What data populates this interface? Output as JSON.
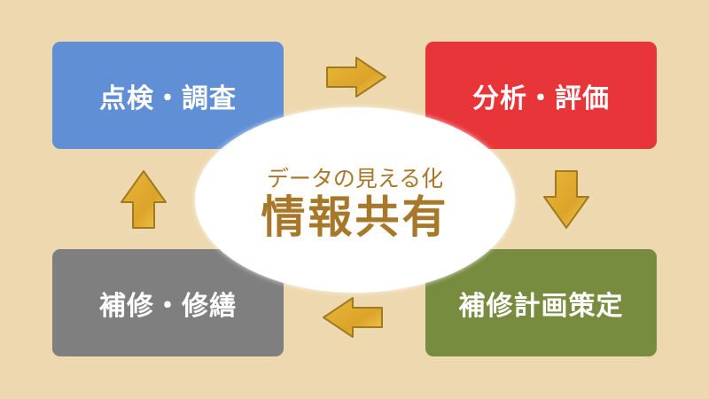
{
  "diagram": {
    "background_color": "#eed8b0",
    "center": {
      "subtitle": "データの見える化",
      "title": "情報共有",
      "text_color": "#a8782a",
      "fill": "#ffffff"
    },
    "steps": [
      {
        "id": "inspection",
        "label": "点検・調査",
        "color": "#618fd5",
        "position": "top-left"
      },
      {
        "id": "analysis",
        "label": "分析・評価",
        "color": "#e8353a",
        "position": "top-right"
      },
      {
        "id": "planning",
        "label": "補修計画策定",
        "color": "#778c3f",
        "position": "bottom-right"
      },
      {
        "id": "repair",
        "label": "補修・修繕",
        "color": "#7f7f7f",
        "position": "bottom-left"
      }
    ],
    "arrows": [
      {
        "from": "inspection",
        "to": "analysis",
        "direction": "right"
      },
      {
        "from": "analysis",
        "to": "planning",
        "direction": "down"
      },
      {
        "from": "planning",
        "to": "repair",
        "direction": "left"
      },
      {
        "from": "repair",
        "to": "inspection",
        "direction": "up"
      }
    ],
    "arrow_color": "#e2aa2a",
    "arrow_outline": "#a07a1e"
  }
}
